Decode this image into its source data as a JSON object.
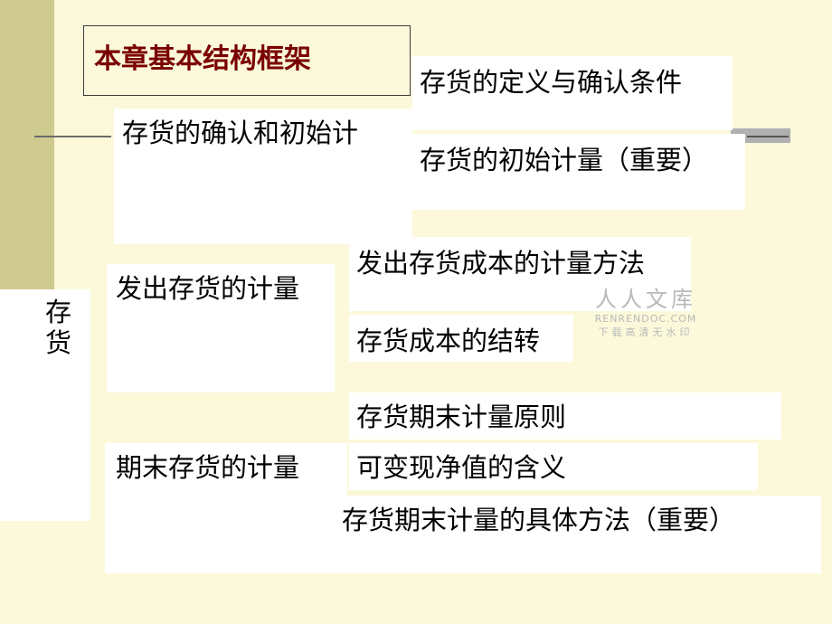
{
  "title": "本章基本结构框架",
  "root": {
    "label": "存货"
  },
  "branches": [
    {
      "label": "存货的确认和初始计",
      "children": [
        "存货的定义与确认条件",
        "存货的初始计量（重要）"
      ]
    },
    {
      "label": "发出存货的计量",
      "children": [
        "发出存货成本的计量方法",
        "存货成本的结转"
      ]
    },
    {
      "label": "期末存货的计量",
      "children": [
        "存货期末计量原则",
        "可变现净值的含义",
        "存货期末计量的具体方法（重要）"
      ]
    }
  ],
  "watermark": {
    "name": "人人文库",
    "domain": "RENRENDOC.COM",
    "tagline": "下载高清无水印"
  },
  "colors": {
    "background": "#fbf9da",
    "left_band": "#cfca8f",
    "title_text": "#7a0000",
    "box": "#ffffff"
  }
}
